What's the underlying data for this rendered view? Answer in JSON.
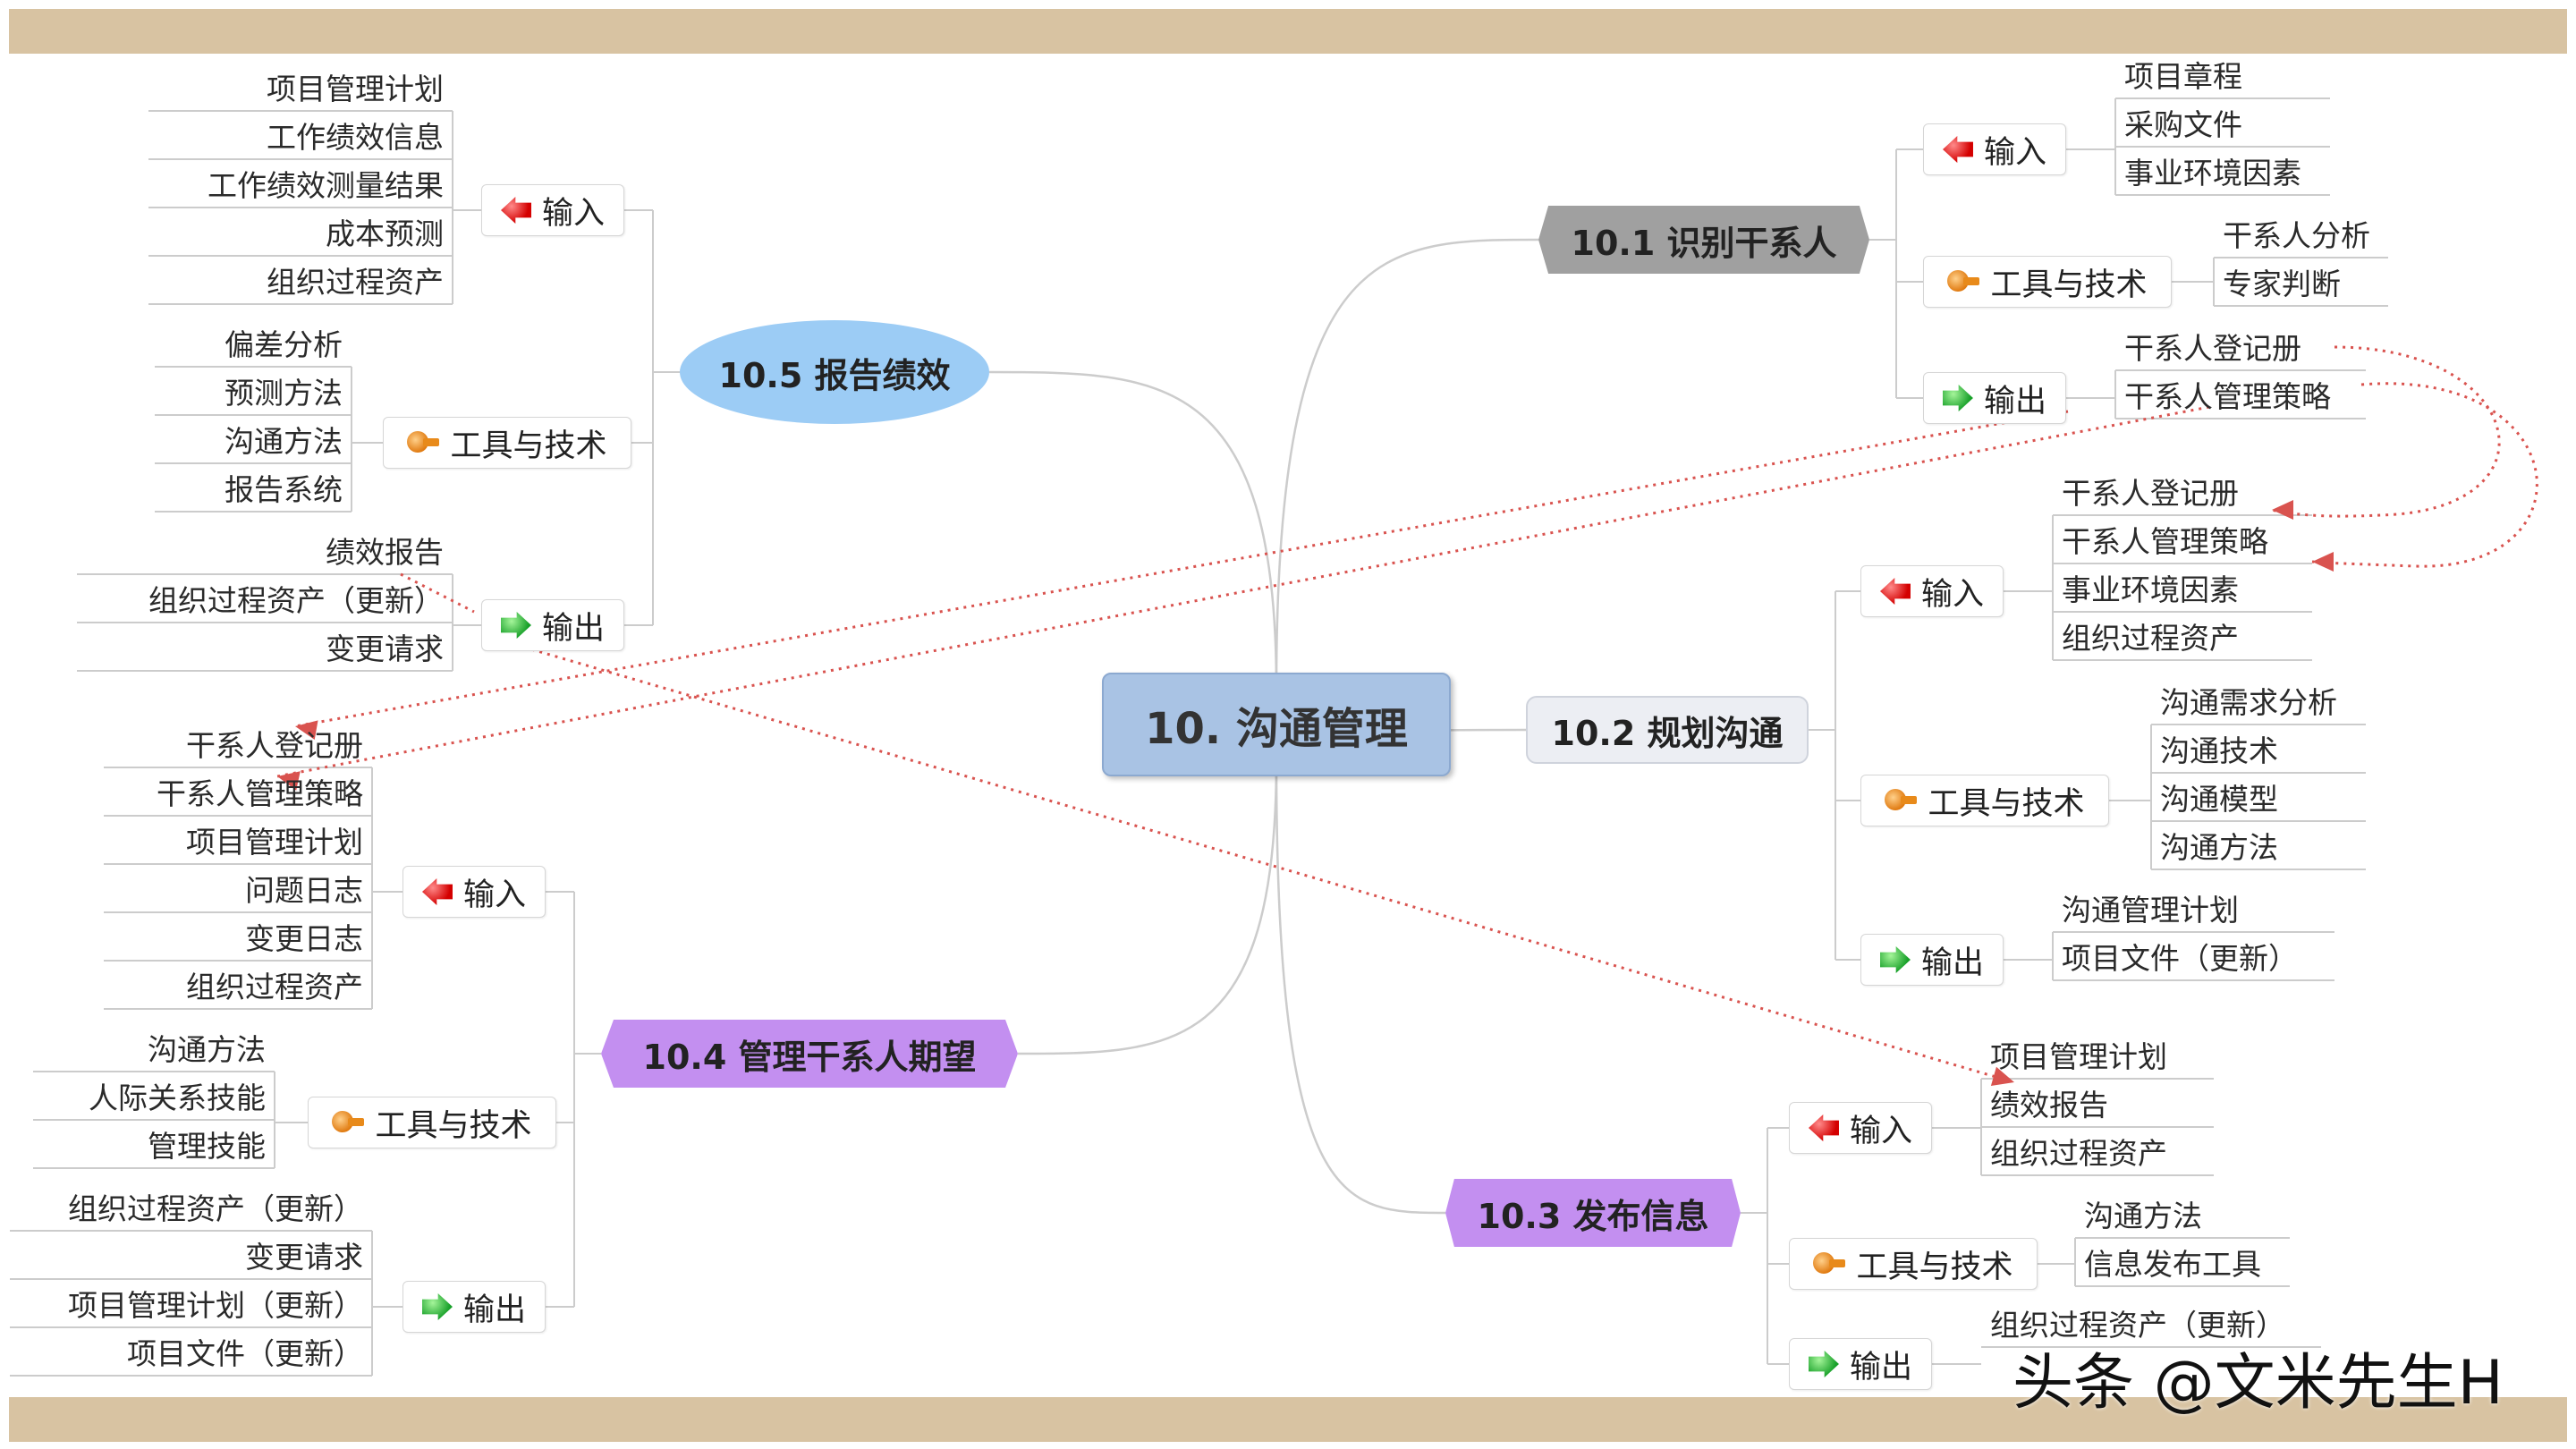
{
  "central": "10. 沟通管理",
  "watermark": "头条 @文米先生H",
  "labels": {
    "input": "输入",
    "tools": "工具与技术",
    "output": "输出"
  },
  "processes": [
    {
      "id": "p101",
      "title": "10.1 识别干系人",
      "input": [
        "项目章程",
        "采购文件",
        "事业环境因素"
      ],
      "tools": [
        "干系人分析",
        "专家判断"
      ],
      "output": [
        "干系人登记册",
        "干系人管理策略"
      ]
    },
    {
      "id": "p102",
      "title": "10.2 规划沟通",
      "input": [
        "干系人登记册",
        "干系人管理策略",
        "事业环境因素",
        "组织过程资产"
      ],
      "tools": [
        "沟通需求分析",
        "沟通技术",
        "沟通模型",
        "沟通方法"
      ],
      "output": [
        "沟通管理计划",
        "项目文件（更新）"
      ]
    },
    {
      "id": "p103",
      "title": "10.3 发布信息",
      "input": [
        "项目管理计划",
        "绩效报告",
        "组织过程资产"
      ],
      "tools": [
        "沟通方法",
        "信息发布工具"
      ],
      "output": [
        "组织过程资产（更新）"
      ]
    },
    {
      "id": "p104",
      "title": "10.4 管理干系人期望",
      "input": [
        "干系人登记册",
        "干系人管理策略",
        "项目管理计划",
        "问题日志",
        "变更日志",
        "组织过程资产"
      ],
      "tools": [
        "沟通方法",
        "人际关系技能",
        "管理技能"
      ],
      "output": [
        "组织过程资产（更新）",
        "变更请求",
        "项目管理计划（更新）",
        "项目文件（更新）"
      ]
    },
    {
      "id": "p105",
      "title": "10.5 报告绩效",
      "input": [
        "项目管理计划",
        "工作绩效信息",
        "工作绩效测量结果",
        "成本预测",
        "组织过程资产"
      ],
      "tools": [
        "偏差分析",
        "预测方法",
        "沟通方法",
        "报告系统"
      ],
      "output": [
        "绩效报告",
        "组织过程资产（更新）",
        "变更请求"
      ]
    }
  ],
  "colors": {
    "line": "#cccccc",
    "flow": "#d9534f",
    "red_icon": "#d40000",
    "green_icon": "#19a12a",
    "tool_icon": "#e07a10"
  }
}
